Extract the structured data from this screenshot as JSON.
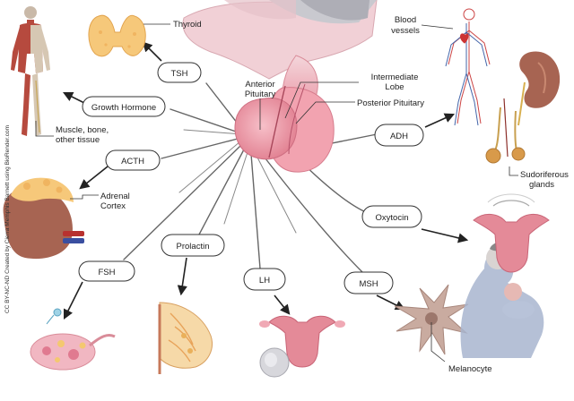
{
  "hormones": {
    "tsh": "TSH",
    "growth_hormone": "Growth Hormone",
    "acth": "ACTH",
    "fsh": "FSH",
    "prolactin": "Prolactin",
    "lh": "LH",
    "msh": "MSH",
    "adh": "ADH",
    "oxytocin": "Oxytocin"
  },
  "pituitary": {
    "anterior_line1": "Anterior",
    "anterior_line2": "Pituitary",
    "intermediate_line1": "Intermediate",
    "intermediate_line2": "Lobe",
    "posterior": "Posterior Pituitary"
  },
  "targets": {
    "thyroid": "Thyroid",
    "blood_line1": "Blood",
    "blood_line2": "vessels",
    "muscle_line1": "Muscle, bone,",
    "muscle_line2": "other tissue",
    "adrenal_line1": "Adrenal",
    "adrenal_line2": "Cortex",
    "sudoriferous_line1": "Sudoriferous",
    "sudoriferous_line2": "glands",
    "melanocyte": "Melanocyte"
  },
  "credit": "CC BY-NC-ND Created by Cierra Memphis Barnett using BioRender.com",
  "colors": {
    "pituitary": "#ef9aa8",
    "hypothalamus": "#f2d3d8",
    "thyroid": "#f6c87a",
    "muscle": "#b64a3e",
    "kidney": "#a76452",
    "uterus": "#e48a98",
    "arrow": "#222222"
  }
}
